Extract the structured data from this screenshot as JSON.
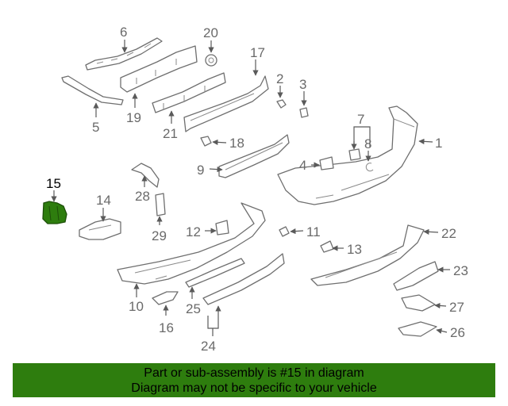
{
  "callouts": {
    "c1": "1",
    "c2": "2",
    "c3": "3",
    "c4": "4",
    "c5": "5",
    "c6": "6",
    "c7": "7",
    "c8": "8",
    "c9": "9",
    "c10": "10",
    "c11": "11",
    "c12": "12",
    "c13": "13",
    "c14": "14",
    "c15": "15",
    "c16": "16",
    "c17": "17",
    "c18": "18",
    "c19": "19",
    "c20": "20",
    "c21": "21",
    "c22": "22",
    "c23": "23",
    "c24": "24",
    "c25": "25",
    "c26": "26",
    "c27": "27",
    "c28": "28",
    "c29": "29"
  },
  "highlight": {
    "part": "15",
    "color": "#2e7d0e"
  },
  "banner": {
    "line1": "Part or sub-assembly is #15 in diagram",
    "line2": "Diagram may not be specific to your vehicle",
    "background": "#2e7d0e"
  }
}
